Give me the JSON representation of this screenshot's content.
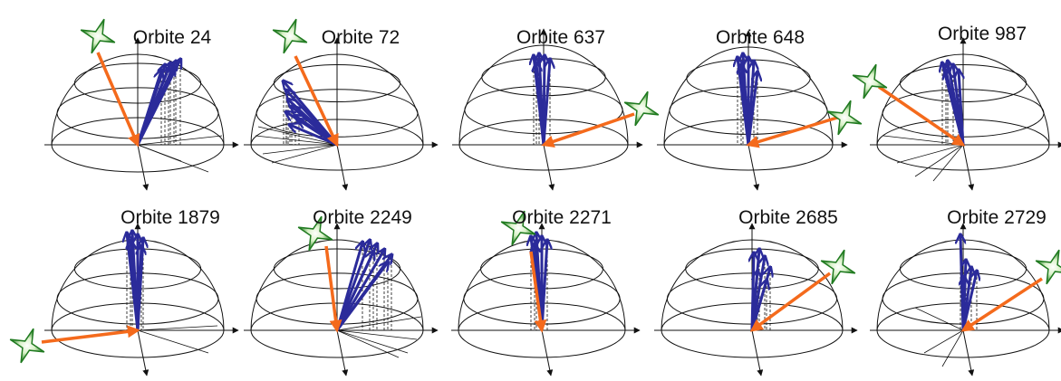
{
  "figure": {
    "colors": {
      "background": "#ffffff",
      "hemisphere_line": "#111111",
      "measurement_arrows": "#2b2b9a",
      "sun_arrow": "#f46a1c",
      "star_fill": "#1f7a1f",
      "star_glow": "#d9f2c8"
    },
    "icons": {
      "sun_marker": "green-four-point-star-icon",
      "measurement": "blue-arrow-icon",
      "sun_direction": "orange-arrow-icon",
      "axis_arrow": "black-arrowhead-icon"
    },
    "panels": [
      {
        "title": "Orbite 24"
      },
      {
        "title": "Orbite 72"
      },
      {
        "title": "Orbite 637"
      },
      {
        "title": "Orbite 648"
      },
      {
        "title": "Orbite 987"
      },
      {
        "title": "Orbite 1879"
      },
      {
        "title": "Orbite 2249"
      },
      {
        "title": "Orbite 2271"
      },
      {
        "title": "Orbite 2685"
      },
      {
        "title": "Orbite 2729"
      }
    ]
  }
}
